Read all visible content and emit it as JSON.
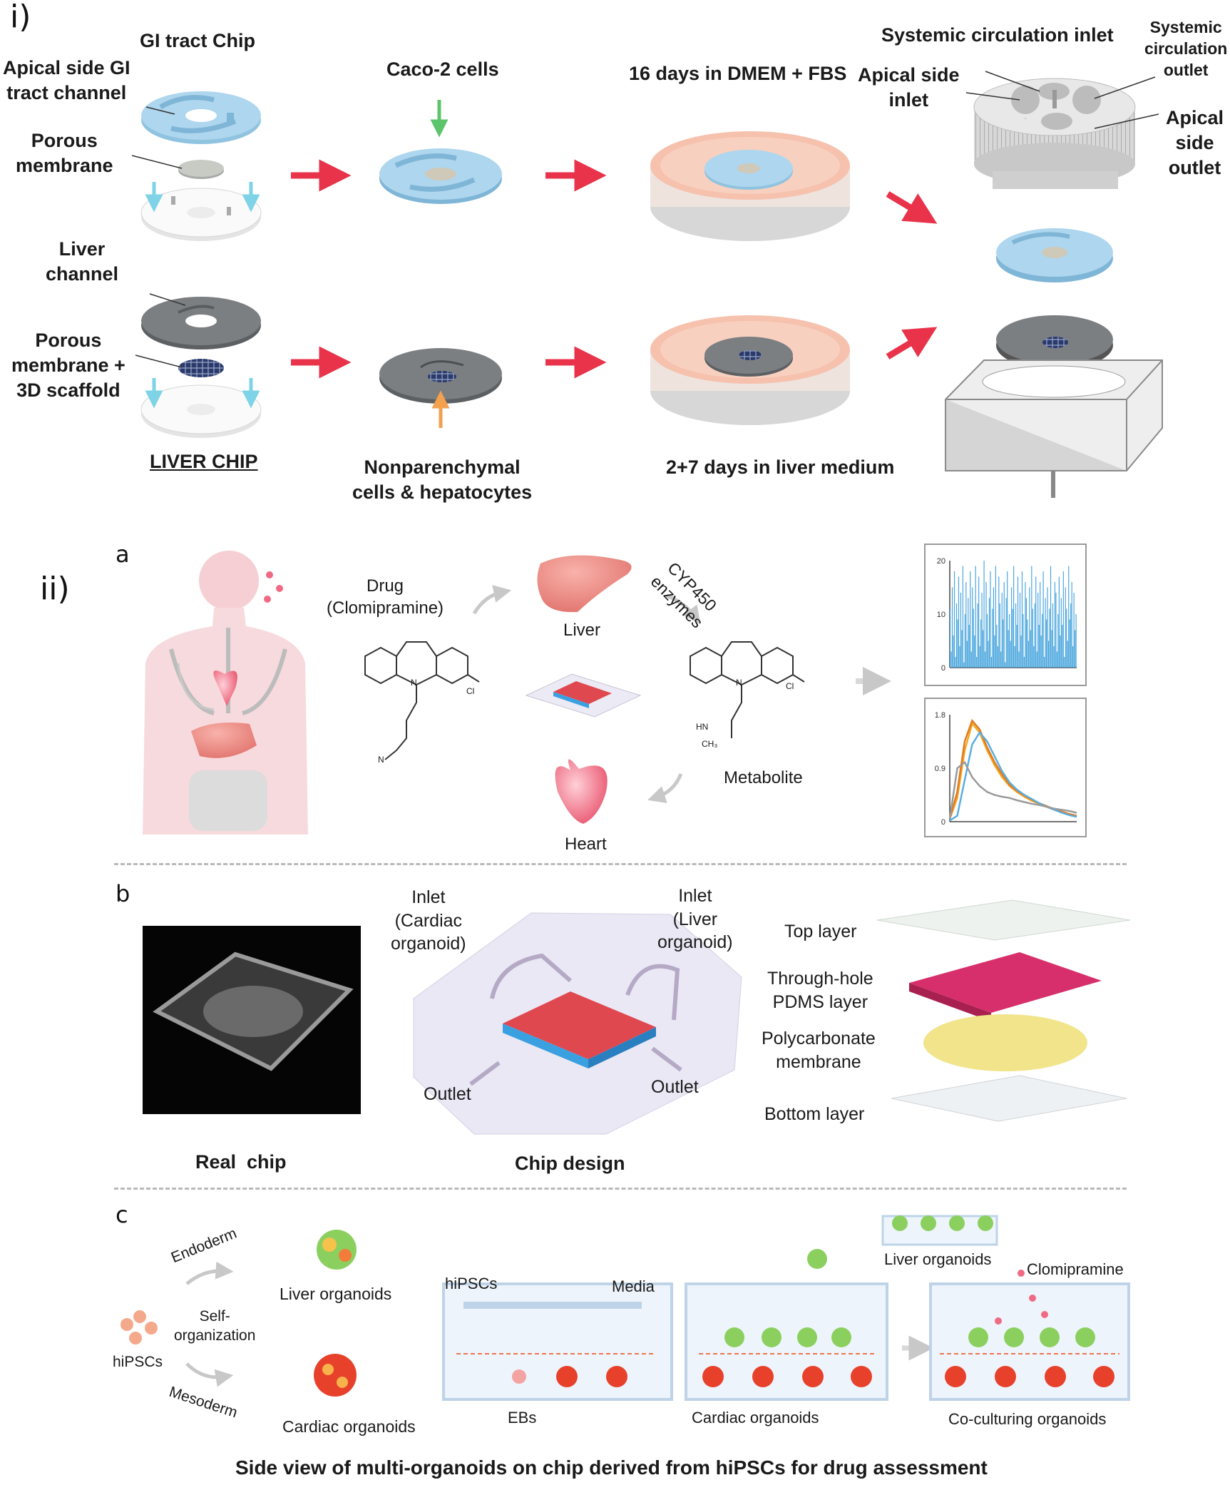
{
  "section_i": {
    "label": "i)",
    "gi_chip_title": "GI tract Chip",
    "apical_channel": "Apical side GI\ntract channel",
    "porous_membrane": "Porous\nmembrane",
    "liver_channel": "Liver\nchannel",
    "porous_scaffold": "Porous\nmembrane +\n3D scaffold",
    "liver_chip_title": "LIVER CHIP",
    "caco2": "Caco-2 cells",
    "nonparenchymal": "Nonparenchymal\ncells & hepatocytes",
    "dmem": "16 days in DMEM + FBS",
    "liver_medium": "2+7 days in liver medium",
    "systemic_inlet": "Systemic circulation inlet",
    "systemic_outlet": "Systemic\ncirculation\noutlet",
    "apical_inlet": "Apical side\ninlet",
    "apical_outlet": "Apical\nside\noutlet"
  },
  "section_ii": {
    "label": "ii)",
    "panel_a": {
      "letter": "a",
      "drug": "Drug\n(Clomipramine)",
      "liver": "Liver",
      "enzymes": "CYP450\nenzymes",
      "metabolite": "Metabolite",
      "heart": "Heart",
      "cl1": "Cl",
      "cl2": "Cl",
      "hn": "HN",
      "ch3": "CH₃",
      "n1": "N",
      "n2": "N",
      "n3": "N"
    },
    "panel_b": {
      "letter": "b",
      "real_chip": "Real  chip",
      "chip_design": "Chip design",
      "inlet_cardiac": "Inlet\n(Cardiac\norganoid)",
      "inlet_liver": "Inlet\n(Liver\norganoid)",
      "outlet_left": "Outlet",
      "outlet_right": "Outlet",
      "top_layer": "Top layer",
      "through_hole": "Through-hole\nPDMS layer",
      "polycarbonate": "Polycarbonate\nmembrane",
      "bottom_layer": "Bottom layer"
    },
    "panel_c": {
      "letter": "c",
      "endoderm": "Endoderm",
      "self_org": "Self-\norganization",
      "mesoderm": "Mesoderm",
      "hipscs_left": "hiPSCs",
      "liver_organoids_1": "Liver organoids",
      "cardiac_organoids_1": "Cardiac organoids",
      "hipscs_chip": "hiPSCs",
      "media": "Media",
      "ebs": "EBs",
      "cardiac_organoids_2": "Cardiac organoids",
      "liver_organoids_2": "Liver organoids",
      "clomipramine": "Clomipramine",
      "coculturing": "Co-culturing organoids",
      "caption": "Side view of multi-organoids on chip derived from hiPSCs for drug assessment"
    }
  },
  "chart_data": [
    {
      "type": "bar",
      "title": "",
      "xlabel": "",
      "ylabel": "",
      "ylim": [
        0,
        20
      ],
      "yticks": [
        "0",
        "10",
        "20"
      ],
      "values": [
        11,
        3,
        15,
        6,
        18,
        2,
        12,
        9,
        17,
        4,
        14,
        7,
        19,
        1,
        10,
        16,
        5,
        13,
        8,
        18,
        3,
        15,
        11,
        6,
        19,
        2,
        12,
        17,
        4,
        9,
        14,
        7,
        20,
        3,
        16,
        10,
        5,
        13,
        18,
        2,
        11,
        15,
        6,
        19,
        8,
        4,
        17,
        12,
        3,
        14,
        9,
        16,
        1,
        13,
        18,
        7,
        10,
        5,
        15,
        11,
        19,
        4,
        12,
        8,
        17,
        3,
        14,
        6,
        18,
        10,
        2,
        16,
        13,
        9,
        5,
        15,
        7,
        19,
        11,
        4,
        12,
        17,
        3,
        14,
        8,
        16,
        6,
        10,
        18,
        2,
        13,
        9,
        15,
        5,
        11,
        19,
        7,
        12,
        4,
        16,
        14,
        3,
        10,
        17,
        6,
        13,
        8,
        18,
        2,
        15,
        11,
        5,
        19,
        9,
        12,
        16,
        4,
        14,
        7,
        10
      ]
    },
    {
      "type": "line",
      "title": "",
      "xlabel": "",
      "ylabel": "",
      "ylim": [
        0,
        1.8
      ],
      "yticks": [
        "0",
        "0.9",
        "1.8"
      ],
      "series": [
        {
          "color": "#f5a623",
          "values": [
            0.05,
            0.4,
            1.2,
            1.65,
            1.5,
            1.2,
            0.95,
            0.75,
            0.6,
            0.5,
            0.42,
            0.35,
            0.3,
            0.25,
            0.2,
            0.16,
            0.13,
            0.1
          ]
        },
        {
          "color": "#e07b20",
          "values": [
            0.05,
            0.5,
            1.35,
            1.7,
            1.55,
            1.25,
            1.0,
            0.8,
            0.62,
            0.52,
            0.44,
            0.37,
            0.31,
            0.26,
            0.21,
            0.17,
            0.13,
            0.1
          ]
        },
        {
          "color": "#5aaee0",
          "values": [
            0.02,
            0.1,
            0.7,
            1.3,
            1.5,
            1.35,
            1.1,
            0.85,
            0.66,
            0.54,
            0.45,
            0.38,
            0.31,
            0.25,
            0.2,
            0.15,
            0.11,
            0.08
          ]
        },
        {
          "color": "#9a9a9a",
          "values": [
            0.05,
            0.9,
            1.0,
            0.75,
            0.6,
            0.5,
            0.45,
            0.42,
            0.4,
            0.36,
            0.33,
            0.3,
            0.28,
            0.25,
            0.22,
            0.2,
            0.18,
            0.15
          ]
        }
      ]
    }
  ]
}
